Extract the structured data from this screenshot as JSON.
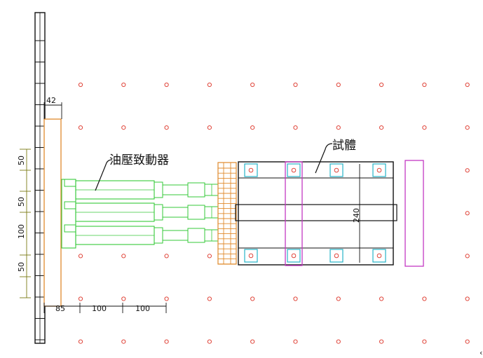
{
  "labels": {
    "actuator": "油壓致動器",
    "specimen": "試體"
  },
  "dimensions": {
    "column_width": "42",
    "vertical_a": "50",
    "vertical_b": "50",
    "vertical_c": "100",
    "vertical_d": "50",
    "bottom_a": "85",
    "bottom_b": "100",
    "bottom_c": "100",
    "specimen_height": "240"
  },
  "colors": {
    "anchor_dot": "#e0453a",
    "column": "#e08a2c",
    "actuator": "#36c93a",
    "dimension_olive": "#7a7a14",
    "specimen_bolt_box": "#27b3c7",
    "load_plate": "#c238c2",
    "ink": "#111111"
  },
  "anchor_grid": {
    "columns": 10,
    "rows": 7
  }
}
